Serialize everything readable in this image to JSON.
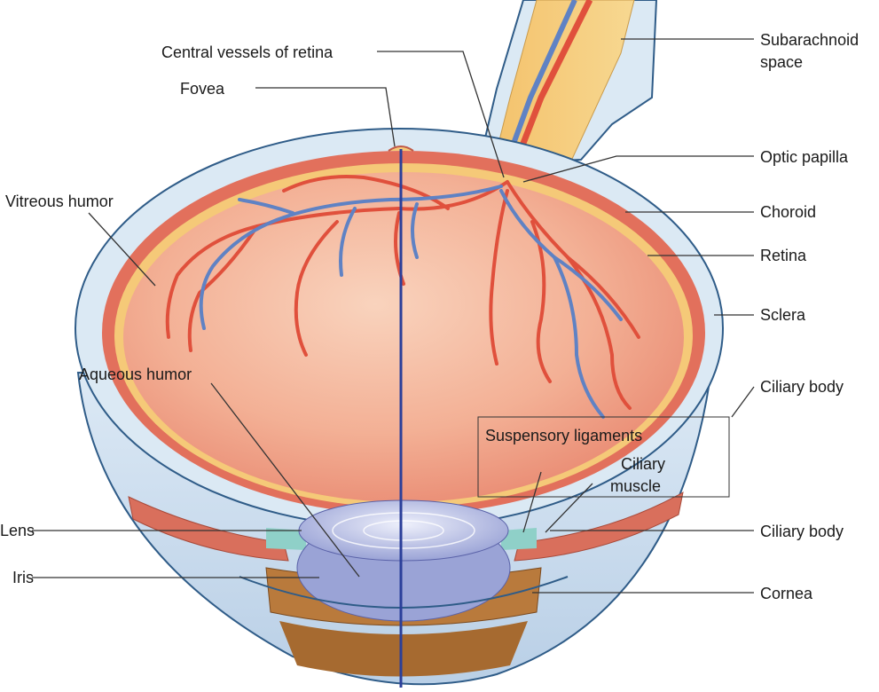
{
  "labels": {
    "central_vessels": "Central vessels of retina",
    "fovea": "Fovea",
    "vitreous_humor": "Vitreous humor",
    "aqueous_humor": "Aqueous humor",
    "lens": "Lens",
    "iris": "Iris",
    "subarachnoid_space_line1": "Subarachnoid",
    "subarachnoid_space_line2": "space",
    "optic_papilla": "Optic papilla",
    "choroid": "Choroid",
    "retina": "Retina",
    "sclera": "Sclera",
    "ciliary_body_upper": "Ciliary body",
    "suspensory_ligaments": "Suspensory ligaments",
    "ciliary_muscle_line1": "Ciliary",
    "ciliary_muscle_line2": "muscle",
    "ciliary_body_lower": "Ciliary body",
    "cornea": "Cornea"
  },
  "colors": {
    "sclera": "#dbe9f4",
    "sclera_edge": "#2f5c88",
    "choroid": "#e2705c",
    "retina_layer": "#f5c978",
    "interior": "#f2a88a",
    "artery": "#e0503c",
    "vein": "#5f82c4",
    "lens": "#b7bfe6",
    "iris": "#b97a3c",
    "axis_line": "#2b3f9a",
    "leader": "#333333"
  }
}
